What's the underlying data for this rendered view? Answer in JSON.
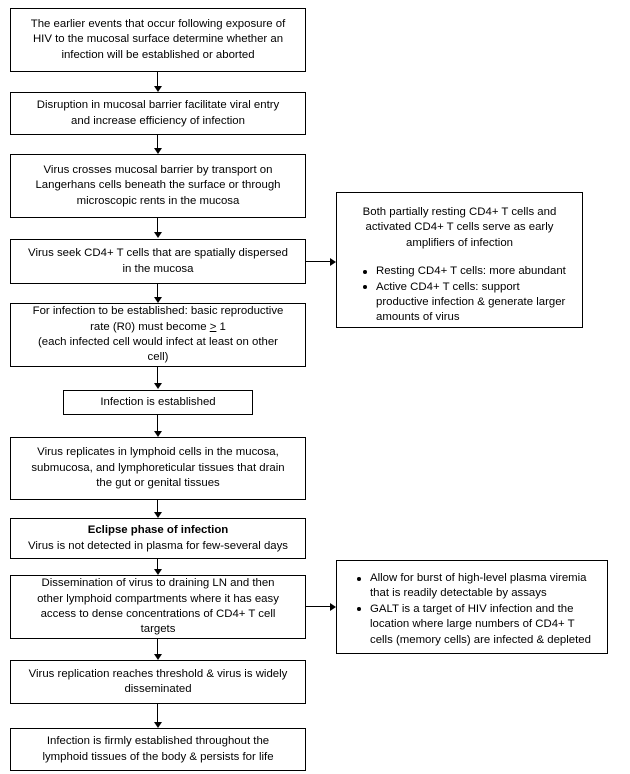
{
  "diagram": {
    "title": "HIV mucosal transmission and establishment of infection flowchart",
    "accent_color": "#000000",
    "background_color": "#ffffff"
  },
  "flow_nodes": [
    {
      "id": "node-1",
      "name": "early-events-node",
      "lines": [
        "The earlier events that occur following exposure of",
        "HIV to the mucosal surface determine whether an",
        "infection will be established or aborted"
      ]
    },
    {
      "id": "node-2",
      "name": "mucosal-disruption-node",
      "lines": [
        "Disruption in mucosal barrier facilitate viral entry",
        "and increase efficiency of infection"
      ]
    },
    {
      "id": "node-3",
      "name": "virus-crosses-barrier-node",
      "lines": [
        "Virus crosses mucosal barrier by transport on",
        "Langerhans cells beneath the surface or through",
        "microscopic rents in the mucosa"
      ]
    },
    {
      "id": "node-4",
      "name": "virus-seeks-cd4-node",
      "lines": [
        "Virus seek CD4+ T cells that are spatially dispersed",
        "in the mucosa"
      ]
    },
    {
      "id": "node-5",
      "name": "reproductive-rate-node",
      "lines": [
        "For infection to be established: basic reproductive",
        "rate (R0) must become ≥ 1",
        "(each infected cell would infect at least on other",
        "cell)"
      ]
    },
    {
      "id": "node-6",
      "name": "infection-established-node",
      "lines": [
        "Infection is established"
      ]
    },
    {
      "id": "node-7",
      "name": "virus-replicates-lymphoid-node",
      "lines": [
        "Virus replicates in lymphoid cells in the mucosa,",
        "submucosa, and lymphoreticular tissues that drain",
        "the gut or genital tissues"
      ]
    },
    {
      "id": "node-8",
      "name": "eclipse-phase-node",
      "lines": [
        "Eclipse phase of infection",
        "Virus is not detected in plasma for few-several days"
      ],
      "bold_lines": [
        0
      ]
    },
    {
      "id": "node-9",
      "name": "dissemination-node",
      "lines": [
        "Dissemination of virus to draining LN and then",
        "other lymphoid compartments where it has easy",
        "access to dense concentrations of CD4+ T cell",
        "targets"
      ]
    },
    {
      "id": "node-10",
      "name": "replication-threshold-node",
      "lines": [
        "Virus replication reaches threshold & virus is widely",
        "disseminated"
      ]
    },
    {
      "id": "node-11",
      "name": "firmly-established-node",
      "lines": [
        "Infection is firmly established throughout the",
        "lymphoid tissues of the body & persists for life"
      ]
    }
  ],
  "side_boxes": [
    {
      "id": "side-1",
      "name": "cd4-amplifiers-sidebox",
      "heading_lines": [
        "Both partially resting CD4+ T cells and",
        "activated CD4+ T cells serve as early",
        "amplifiers of infection"
      ],
      "bullets": [
        {
          "name": "bullet-resting-cd4",
          "lines": [
            "Resting CD4+ T cells: more abundant"
          ]
        },
        {
          "name": "bullet-active-cd4",
          "lines": [
            "Active CD4+ T cells: support",
            "productive infection & generate larger",
            "amounts of virus"
          ]
        }
      ]
    },
    {
      "id": "side-2",
      "name": "viremia-galt-sidebox",
      "heading_lines": [],
      "bullets": [
        {
          "name": "bullet-plasma-viremia",
          "lines": [
            "Allow for burst of high-level plasma viremia",
            "that is readily detectable by assays"
          ]
        },
        {
          "name": "bullet-galt-target",
          "lines": [
            "GALT is a target of HIV infection and the",
            "location where large numbers of CD4+ T",
            "cells (memory cells) are infected & depleted"
          ]
        }
      ]
    }
  ],
  "connectors": [
    {
      "name": "arrow-node1-to-node2",
      "type": "vertical"
    },
    {
      "name": "arrow-node2-to-node3",
      "type": "vertical"
    },
    {
      "name": "arrow-node3-to-node4",
      "type": "vertical"
    },
    {
      "name": "arrow-node4-to-node5",
      "type": "vertical"
    },
    {
      "name": "arrow-node5-to-node6",
      "type": "vertical"
    },
    {
      "name": "arrow-node6-to-node7",
      "type": "vertical"
    },
    {
      "name": "arrow-node7-to-node8",
      "type": "vertical"
    },
    {
      "name": "arrow-node8-to-node9",
      "type": "vertical"
    },
    {
      "name": "arrow-node9-to-node10",
      "type": "vertical"
    },
    {
      "name": "arrow-node10-to-node11",
      "type": "vertical"
    },
    {
      "name": "arrow-node4-to-sidebox1",
      "type": "horizontal"
    },
    {
      "name": "arrow-node9-to-sidebox2",
      "type": "horizontal"
    }
  ]
}
